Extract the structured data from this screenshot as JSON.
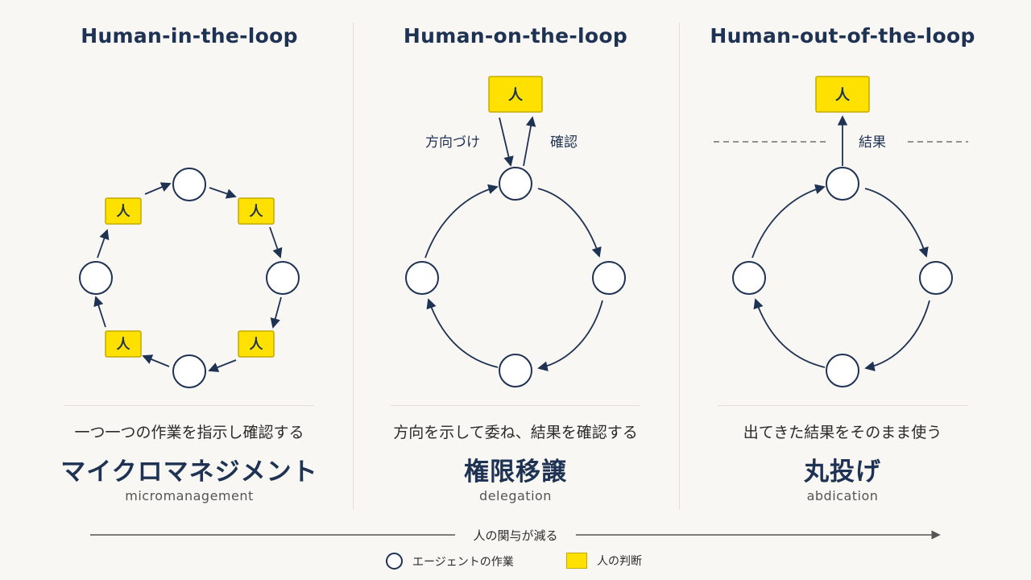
{
  "columns": [
    {
      "title": "Human-in-the-loop",
      "description": "一つ一つの作業を指示し確認する",
      "term": "マイクロマネジメント",
      "term_en": "micromanagement",
      "human_label": "人"
    },
    {
      "title": "Human-on-the-loop",
      "description": "方向を示して委ね、結果を確認する",
      "term": "権限移譲",
      "term_en": "delegation",
      "human_label": "人",
      "arrow_down_label": "方向づけ",
      "arrow_up_label": "確認"
    },
    {
      "title": "Human-out-of-the-loop",
      "description": "出てきた結果をそのまま使う",
      "term": "丸投げ",
      "term_en": "abdication",
      "human_label": "人",
      "result_label": "結果"
    }
  ],
  "axis": {
    "label": "人の関与が減る"
  },
  "legend": {
    "agent": "エージェントの作業",
    "human": "人の判断"
  },
  "colors": {
    "navy": "#1e3253",
    "yellow": "#ffe100",
    "yellow_border": "#c5a900",
    "background": "#f9f7f3"
  }
}
